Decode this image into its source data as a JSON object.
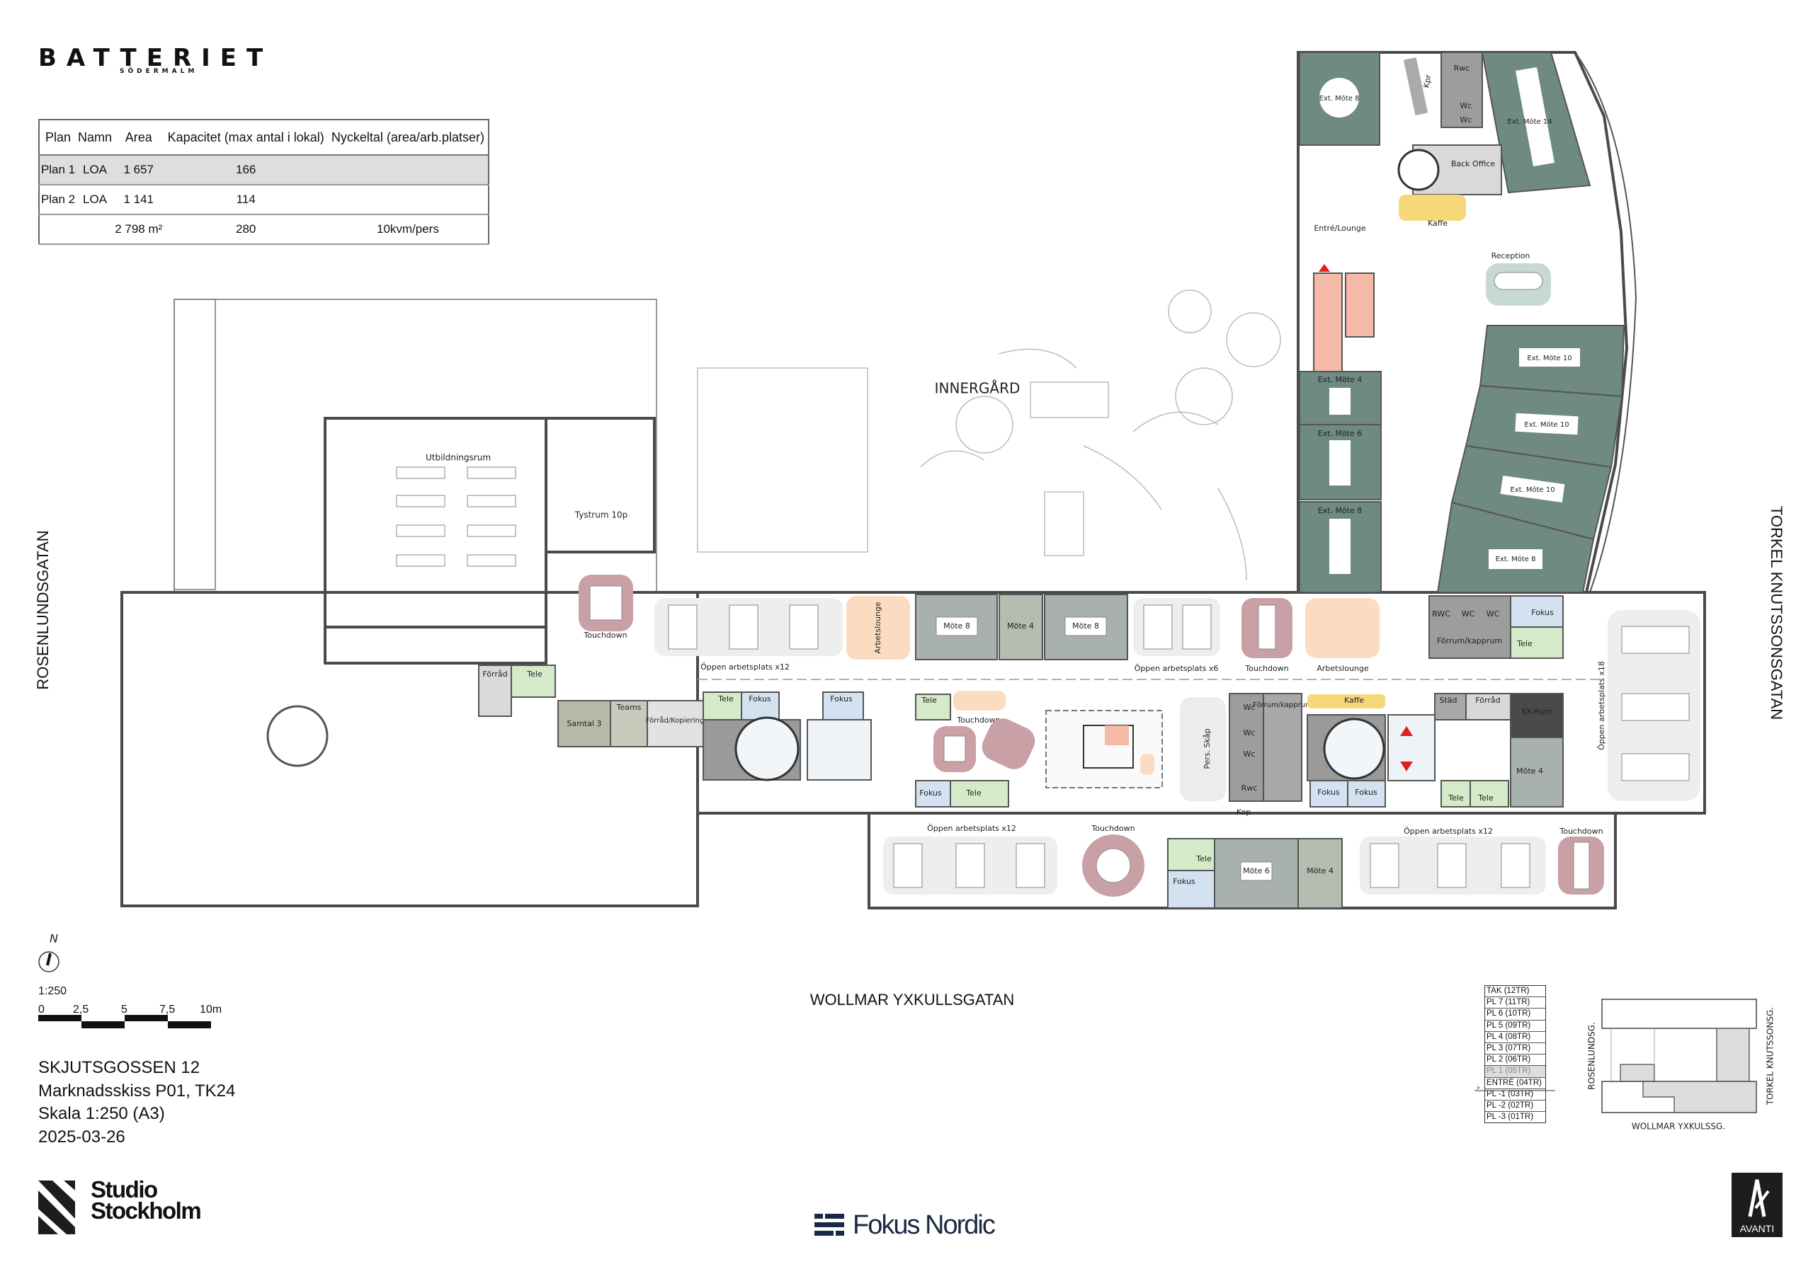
{
  "logo": {
    "word": "BATTERIET",
    "sub": "SÖDERMALM"
  },
  "table": {
    "headers": [
      "Plan",
      "Namn",
      "Area",
      "Kapacitet (max antal i lokal)",
      "Nyckeltal (area/arb.platser)"
    ],
    "rows": [
      [
        "Plan 1",
        "LOA",
        "1 657",
        "166",
        ""
      ],
      [
        "Plan 2",
        "LOA",
        "1 141",
        "114",
        ""
      ]
    ],
    "total": {
      "area": "2 798 m²",
      "capacity": "280",
      "ratio": "10kvm/pers"
    }
  },
  "streets": {
    "west": "ROSENLUNDSGATAN",
    "east": "TORKEL KNUTSSONSGATAN",
    "south": "WOLLMAR YXKULLSGATAN"
  },
  "plan": {
    "labels": [
      "INNERGÅRD",
      "Utbildningsrum",
      "Tystrum 10p",
      "Touchdown",
      "Öppen arbetsplats x12",
      "Arbetslounge",
      "Möte 8",
      "Möte 4",
      "Möte 8",
      "Öppen arbetsplats x6",
      "Touchdown",
      "Arbetslounge",
      "RWC",
      "WC",
      "WC",
      "Fokus",
      "Förrum/kapprum",
      "Tele",
      "Öppen arbetsplats x18",
      "Förråd",
      "Tele",
      "Samtal 3",
      "Teams",
      "Förråd/Kopiering",
      "Tele",
      "Fokus",
      "Fokus",
      "Tele",
      "Touchdown",
      "Fokus",
      "Tele",
      "Pers. Skåp",
      "Wc",
      "Wc",
      "Wc",
      "Rwc",
      "Förrum/kapprum",
      "Kop",
      "Kaffe",
      "Städ",
      "Förråd",
      "KK-Rum",
      "Möte 4",
      "Fokus",
      "Fokus",
      "Tele",
      "Tele",
      "Öppen arbetsplats x12",
      "Touchdown",
      "Tele",
      "Fokus",
      "Möte 6",
      "Möte 4",
      "Öppen arbetsplats x12",
      "Touchdown",
      "Ext. Möte 8",
      "Rwc",
      "Wc",
      "Wc",
      "Kpr",
      "Ext. Möte 14",
      "Back Office",
      "Kaffe",
      "Entré/Lounge",
      "Reception",
      "Ext. Möte 4",
      "Ext. Möte 6",
      "Ext. Möte 8",
      "Ext. Möte 10",
      "Ext. Möte 10",
      "Ext. Möte 10",
      "Ext. Möte 8"
    ]
  },
  "north": "N",
  "scale": {
    "ratio": "1:250",
    "ticks": [
      "0",
      "2,5",
      "5",
      "7,5",
      "10m"
    ]
  },
  "project": {
    "name": "SKJUTSGOSSEN 12",
    "sheet": "Marknadsskiss P01, TK24",
    "scale": "Skala 1:250 (A3)",
    "date": "2025-03-26"
  },
  "floors": {
    "items": [
      "TAK (12TR)",
      "PL 7 (11TR)",
      "PL 6 (10TR)",
      "PL 5 (09TR)",
      "PL 4 (08TR)",
      "PL 3 (07TR)",
      "PL 2 (06TR)",
      "PL 1 (05TR)",
      "ENTRÉ (04TR)",
      "PL -1 (03TR)",
      "PL -2 (02TR)",
      "PL -3 (01TR)"
    ],
    "current": "PL 1 (05TR)"
  },
  "keyplan": {
    "west": "ROSENLUNDSG.",
    "east": "TORKEL KNUTSSONSG.",
    "south": "WOLLMAR YXKULSSG."
  },
  "brands": {
    "studio": "Studio Stockholm",
    "studio_l1": "Studio",
    "studio_l2": "Stockholm",
    "fokus": "Fokus Nordic",
    "avanti": "AVANTI"
  },
  "colors": {
    "ext_meeting": "#6f8a80",
    "meeting": "#a9b1ac",
    "lounge_floor": "#dfe7e3",
    "touchdown": "#c9a0a6",
    "arbetslounge": "#fcdcc0",
    "tele": "#d4ebc9",
    "fokus": "#d4e1f1",
    "kaffe": "#f6d77a",
    "wc": "#9d9d9d",
    "utbildning": "#d3cfc4",
    "tystrum": "#d8e0ea"
  }
}
